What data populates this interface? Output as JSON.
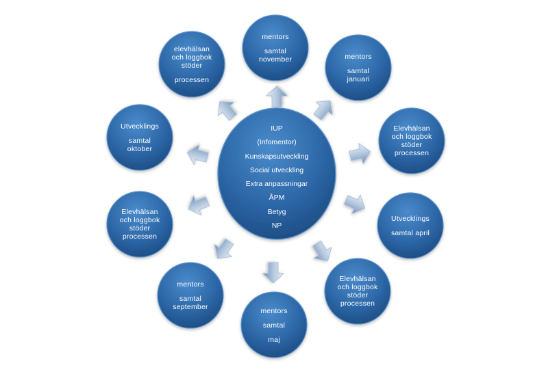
{
  "center": {
    "lines": [
      "IUP",
      "(Infomentor)",
      "Kunskapsutveckling",
      "Social utveckling",
      "Extra anpassningar",
      "ÅPM",
      "Betyg",
      "NP"
    ]
  },
  "nodes": [
    {
      "name": "node-mentors-samtal-november",
      "lines": [
        "mentors",
        "",
        "samtal",
        "november"
      ]
    },
    {
      "name": "node-mentors-samtal-januari",
      "lines": [
        "mentors",
        "",
        "samtal",
        "januari"
      ]
    },
    {
      "name": "node-elevhalsan-right-top",
      "lines": [
        "Elevhälsan",
        "och loggbok",
        "stöder",
        "processen"
      ]
    },
    {
      "name": "node-utvecklingssamtal-april",
      "lines": [
        "Utvecklings",
        "",
        "samtal april"
      ]
    },
    {
      "name": "node-elevhalsan-right-bottom",
      "lines": [
        "Elevhälsan",
        "och loggbok",
        "stöder",
        "processen"
      ]
    },
    {
      "name": "node-mentors-samtal-maj",
      "lines": [
        "mentors",
        "",
        "samtal",
        "",
        "maj"
      ]
    },
    {
      "name": "node-mentors-samtal-september",
      "lines": [
        "mentors",
        "",
        "samtal",
        "september"
      ]
    },
    {
      "name": "node-elevhalsan-left-bottom",
      "lines": [
        "Elevhälsan",
        "och loggbok",
        "stöder",
        "processen"
      ]
    },
    {
      "name": "node-utvecklingssamtal-oktober",
      "lines": [
        "Utvecklings",
        "",
        "samtal",
        "oktober"
      ]
    },
    {
      "name": "node-elevhalsan-left-top",
      "lines": [
        "elevhälsan",
        "och loggbok",
        "stöder",
        "",
        "processen"
      ]
    }
  ],
  "colors": {
    "bubble_fill_light": "#3f7fc0",
    "bubble_fill_dark": "#1d4f88",
    "bubble_stroke": "#5e92c8",
    "arrow_fill_light": "#dbe5f1",
    "arrow_fill_dark": "#7d9fc4",
    "text": "#ffffff"
  }
}
